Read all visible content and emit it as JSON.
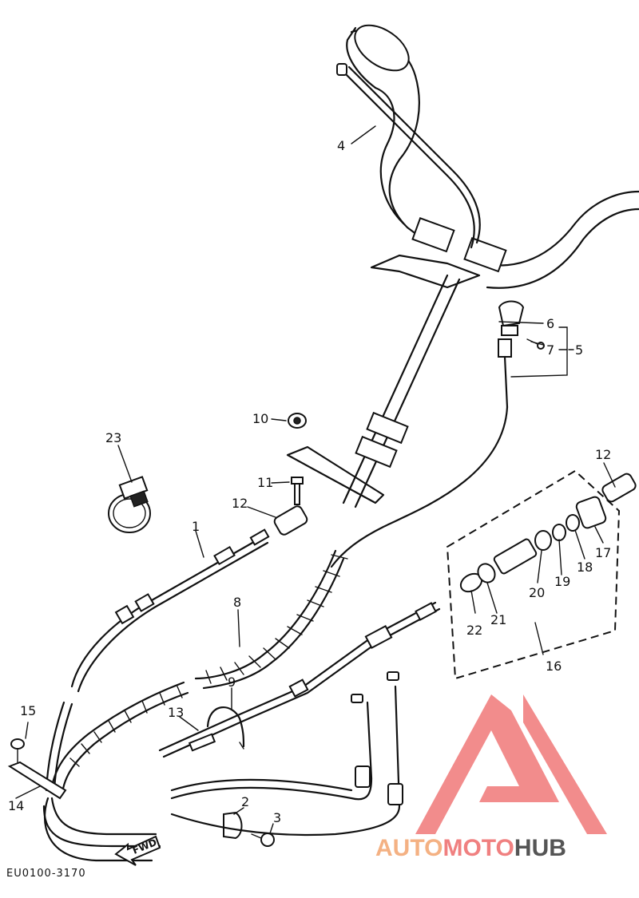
{
  "diagram": {
    "code": "EU0100-3170",
    "fwd_label": "FWD",
    "callouts": [
      "1",
      "2",
      "3",
      "4",
      "5",
      "6",
      "7",
      "8",
      "9",
      "10",
      "11",
      "12",
      "12",
      "13",
      "14",
      "15",
      "16",
      "17",
      "18",
      "19",
      "20",
      "21",
      "22",
      "23"
    ]
  },
  "watermark": {
    "part1": "AUTO",
    "part2": "MOTO",
    "part3": "HUB",
    "colors": {
      "auto": "#f4b183",
      "moto": "#f08080",
      "hub": "#555555",
      "logo": "#f07878"
    }
  }
}
